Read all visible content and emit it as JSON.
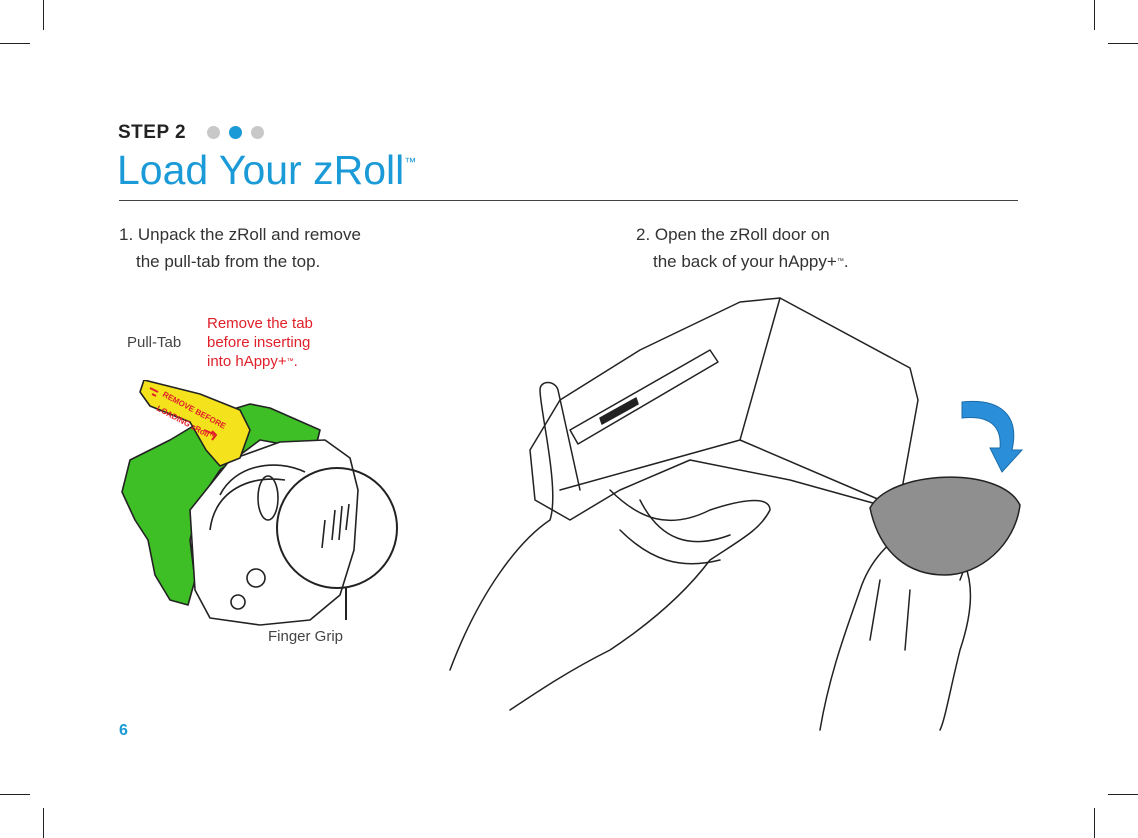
{
  "step": {
    "label": "STEP 2",
    "dots": [
      {
        "state": "inactive"
      },
      {
        "state": "active"
      },
      {
        "state": "inactive"
      }
    ]
  },
  "title": {
    "text": "Load Your zRoll",
    "mark": "™"
  },
  "instructions": [
    {
      "line1": "1. Unpack the zRoll and remove",
      "line2": "the pull-tab from the top.",
      "mark": ""
    },
    {
      "line1": "2. Open the zRoll door on",
      "line2": "the back of your hAppy+",
      "mark": "™",
      "end": "."
    }
  ],
  "labels": {
    "pull_tab": "Pull-Tab",
    "finger_grip": "Finger Grip",
    "warning_lines": [
      "Remove the tab",
      "before inserting",
      "into hAppy+"
    ],
    "warning_mark": "™",
    "warning_end": ".",
    "tab_print_1": "REMOVE BEFORE",
    "tab_print_2": "LOADING zRoll™"
  },
  "page_number": "6",
  "colors": {
    "accent": "#1a9ad6",
    "inactive_dot": "#c8c8c8",
    "warning": "#e0202a",
    "green": "#3fbf26",
    "yellow": "#f4e21c",
    "arrow": "#2a8fd8",
    "door_gray": "#8f8f8f"
  }
}
